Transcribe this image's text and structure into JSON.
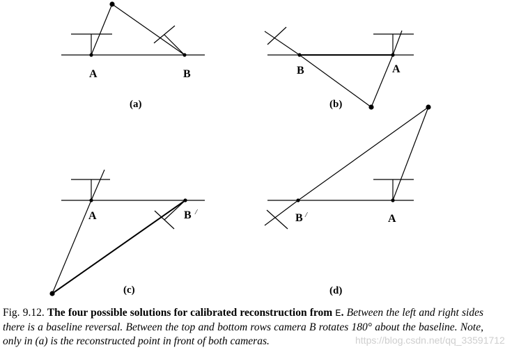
{
  "panels": [
    {
      "id": "a",
      "left_label": "A",
      "right_label": "B",
      "right_prime": "",
      "sublabel": "(a)"
    },
    {
      "id": "b",
      "left_label": "B",
      "right_label": "A",
      "right_prime": "",
      "sublabel": "(b)"
    },
    {
      "id": "c",
      "left_label": "A",
      "right_label": "B",
      "right_prime": "/",
      "sublabel": "(c)"
    },
    {
      "id": "d",
      "left_label": "B",
      "left_prime": "/",
      "right_label": "A",
      "sublabel": "(d)"
    }
  ],
  "caption": {
    "fig_number": "Fig. 9.12.",
    "title": "The four possible solutions for calibrated reconstruction from ",
    "title_symbol": "E",
    "title_end": ".",
    "body": " Between the left and right sides there is a baseline reversal. Between the top and bottom rows camera B rotates 180° about the baseline. Note, only in (a) is the reconstructed point in front of both cameras."
  },
  "watermark": "https://blog.csdn.net/qq_33591712"
}
